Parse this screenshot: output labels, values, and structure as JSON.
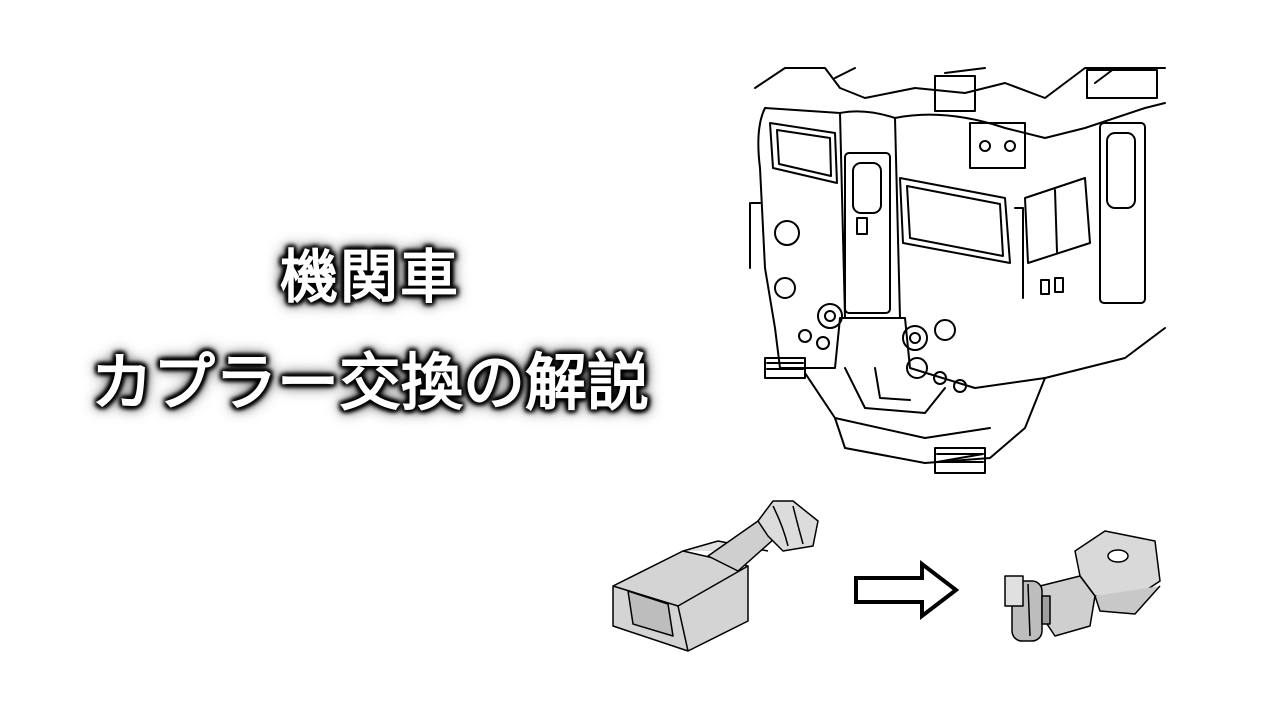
{
  "title": {
    "line1": "機関車",
    "line2": "カプラー交換の解説"
  },
  "colors": {
    "background": "#ffffff",
    "title_text": "#ffffff",
    "title_shadow": "#000000",
    "coupler_fill": "#d9d9d9",
    "line_art": "#000000"
  },
  "icons": {
    "locomotive": "locomotive-front-illustration",
    "old_coupler": "dummy-coupler-illustration",
    "arrow": "right-arrow-icon",
    "new_coupler": "knuckle-coupler-illustration"
  }
}
